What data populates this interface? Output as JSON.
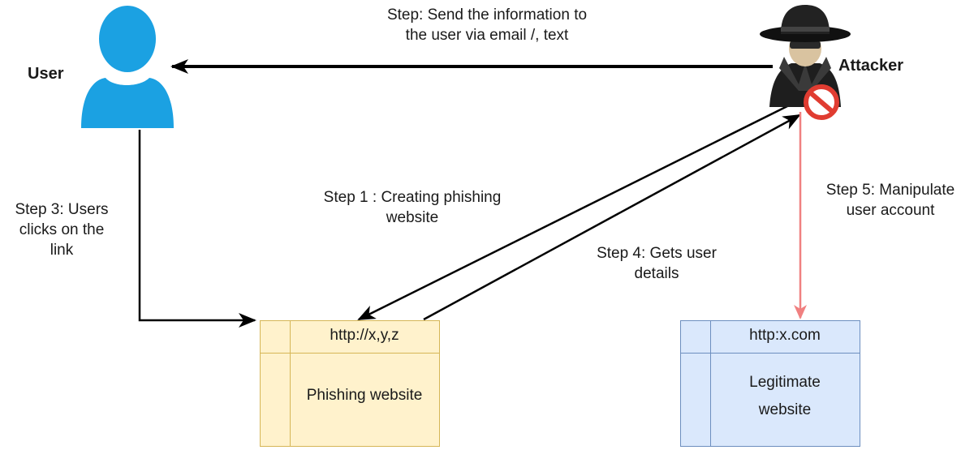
{
  "nodes": {
    "user_label": "User",
    "attacker_label": "Attacker",
    "phishing": {
      "url": "http://x,y,z",
      "name": "Phishing website"
    },
    "legit": {
      "url": "http:x.com",
      "name_line1": "Legitimate",
      "name_line2": "website"
    }
  },
  "steps": {
    "send": {
      "line1": "Step: Send the information to",
      "line2": "the user via email /, text"
    },
    "step1": {
      "line1": "Step 1 : Creating phishing",
      "line2": "website"
    },
    "step3": {
      "line1": "Step 3: Users",
      "line2": "clicks on the",
      "line3": "link"
    },
    "step4": {
      "line1": "Step 4: Gets user",
      "line2": "details"
    },
    "step5": {
      "line1": "Step 5: Manipulate",
      "line2": "user account"
    }
  },
  "colors": {
    "user_icon": "#1ba1e2",
    "phishing_fill": "#fff2cc",
    "phishing_border": "#d6b656",
    "legit_fill": "#dae8fc",
    "legit_border": "#6c8ebf",
    "manipulate_arrow": "#f08080",
    "forbidden_sign": "#e03c31"
  },
  "icons": [
    "user-icon",
    "attacker-spy-icon",
    "forbidden-sign-icon"
  ]
}
